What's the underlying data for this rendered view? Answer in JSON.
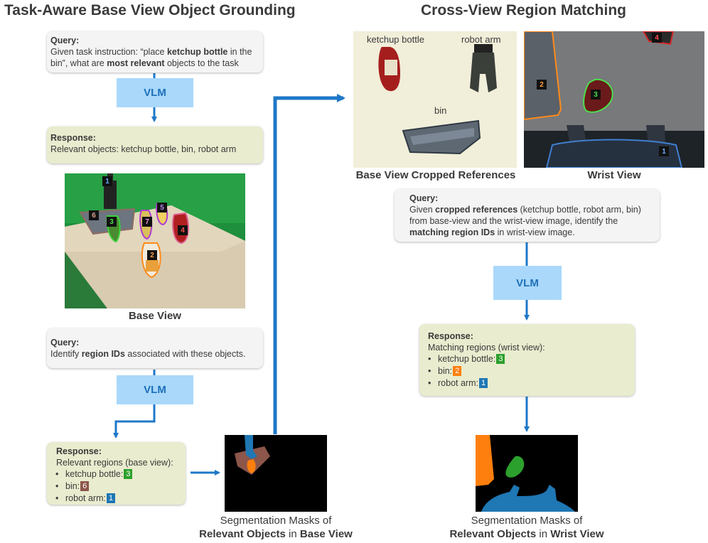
{
  "colors": {
    "arrow": "#1e78c8",
    "vlm_fill": "#a9d8fb",
    "query_fill": "#f4f4f4",
    "response_fill": "#e9ecce",
    "id_green": "#2ca02c",
    "id_orange": "#ff7f0e",
    "id_blue": "#1f77b4",
    "id_brown": "#8c564b",
    "id_purple": "#9467bd",
    "id_red": "#d62728",
    "id_pink": "#e377c2"
  },
  "left": {
    "title": "Task-Aware Base View Object Grounding",
    "query1": {
      "label": "Query:",
      "t1": "Given task instruction: “place ",
      "b1": "ketchup bottle",
      "t2": " in the bin”, what are ",
      "b2": "most relevant",
      "t3": " objects to the task"
    },
    "vlm1": "VLM",
    "response1": {
      "label": "Response:",
      "text": "Relevant objects: ketchup bottle, bin, robot arm"
    },
    "base_view_caption": "Base View",
    "base_view_ids": [
      "1",
      "6",
      "3",
      "7",
      "5",
      "4",
      "2"
    ],
    "query2": {
      "label": "Query:",
      "t1": "Identify ",
      "b1": "region IDs",
      "t2": " associated with these objects."
    },
    "vlm2": "VLM",
    "response2": {
      "label": "Response:",
      "intro": "Relevant regions (base view):",
      "items": [
        {
          "text": "ketchup bottle:",
          "id": "3"
        },
        {
          "text": "bin:",
          "id": "6"
        },
        {
          "text": "robot arm:",
          "id": "1"
        }
      ]
    },
    "mask_caption": {
      "line1": "Segmentation Masks of",
      "b1": "Relevant Objects",
      "t2": " in ",
      "b2": "Base View"
    }
  },
  "right": {
    "title": "Cross-View Region Matching",
    "refs": {
      "ketchup": "ketchup bottle",
      "robot": "robot arm",
      "bin": "bin"
    },
    "refs_caption": "Base View Cropped References",
    "wrist_caption": "Wrist View",
    "wrist_ids": [
      "4",
      "2",
      "3",
      "1"
    ],
    "query": {
      "label": "Query:",
      "t1": "Given ",
      "b1": "cropped references",
      "t2": " (ketchup bottle, robot arm, bin) from base-view and the wrist-view image, identify the ",
      "b2": "matching region IDs",
      "t3": " in wrist-view image."
    },
    "vlm": "VLM",
    "response": {
      "label": "Response:",
      "intro": "Matching regions (wrist view):",
      "items": [
        {
          "text": "ketchup bottle:",
          "id": "3"
        },
        {
          "text": "bin:",
          "id": "2"
        },
        {
          "text": "robot arm:",
          "id": "1"
        }
      ]
    },
    "mask_caption": {
      "line1": "Segmentation Masks of",
      "b1": "Relevant Objects",
      "t2": " in ",
      "b2": "Wrist View"
    }
  }
}
